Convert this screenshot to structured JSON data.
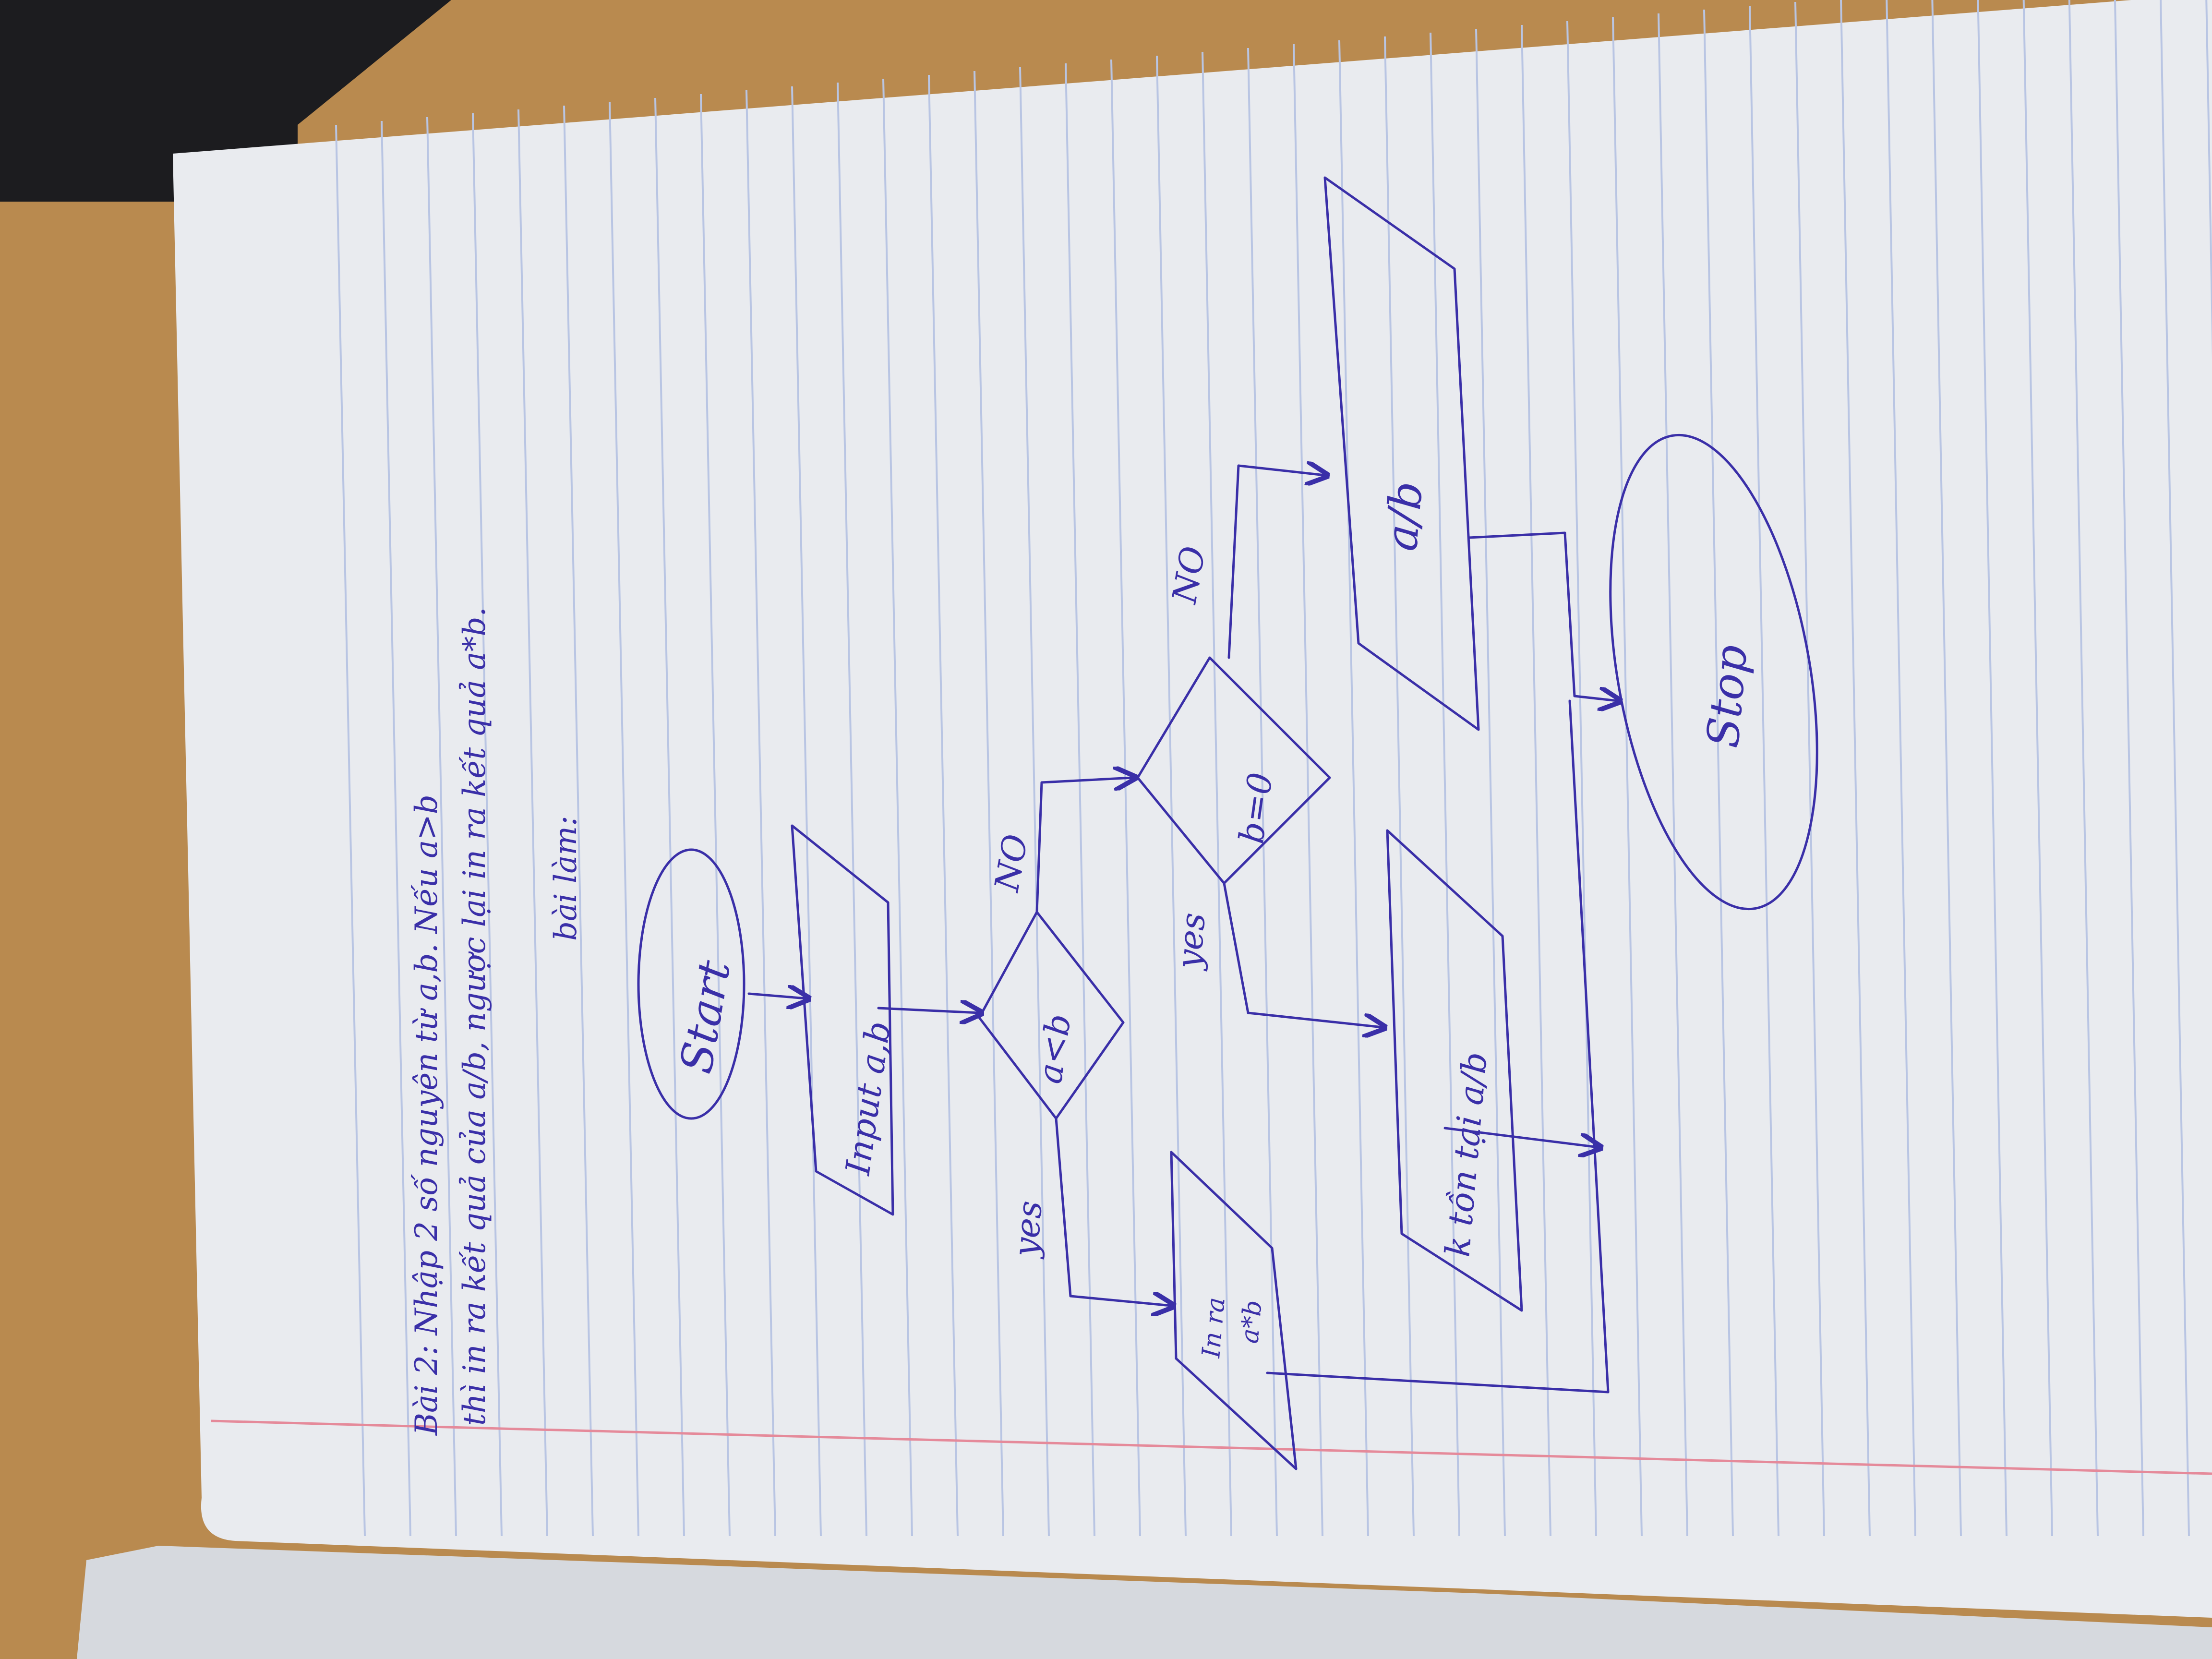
{
  "colors": {
    "desk": "#b98a4f",
    "page": "#e9ebef",
    "rule_line": "#b9c5e3",
    "margin_line": "#e58a9a",
    "ink": "#3a2fa8"
  },
  "header_note": {
    "line1": "Bài 2: Nhập 2 số nguyên từ a,b. Nếu a>b",
    "line2": "thì in ra kết quả của a/b, ngược lại in ra kết quả a*b.",
    "line3": "bài làm:"
  },
  "flowchart": {
    "start": "Start",
    "input": "Input a,b",
    "decision1": "a<b",
    "d1_yes": "yes",
    "d1_no": "NO",
    "output_yes_line1": "In ra",
    "output_yes_line2": "a*b",
    "decision2": "b=0",
    "d2_yes": "yes",
    "d2_no": "NO",
    "output_undef": "k tồn tại a/b",
    "output_div": "a/b",
    "stop": "Stop"
  }
}
